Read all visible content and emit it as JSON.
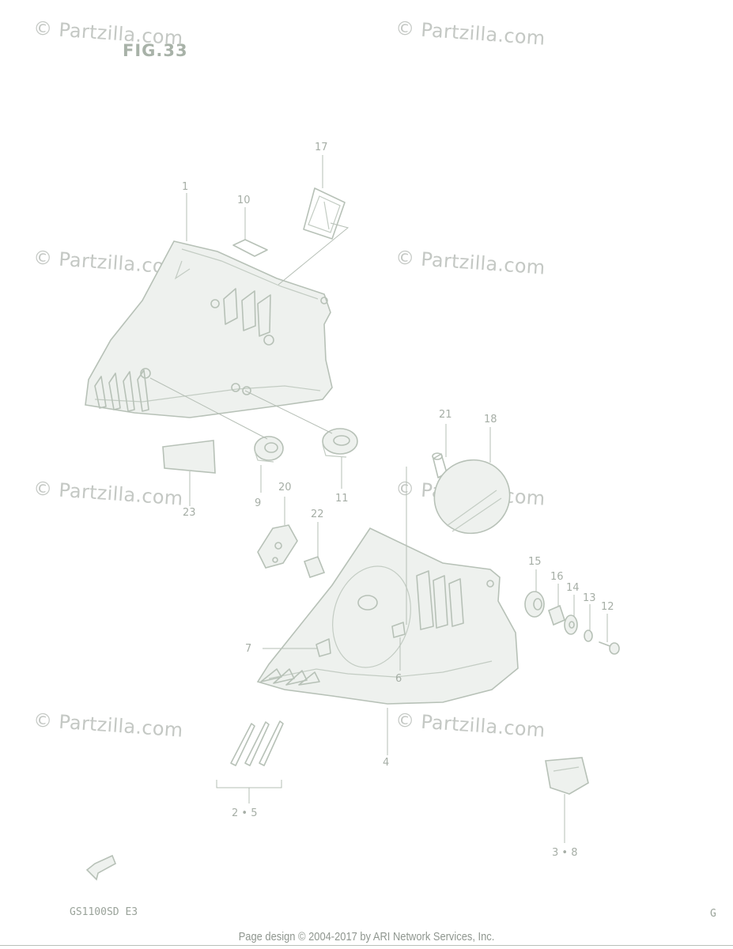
{
  "figure": {
    "title": "FIG.33",
    "model": "GS1100SD E3",
    "corner_mark": "G"
  },
  "watermark": "© Partzilla.com",
  "footer": "Page design © 2004-2017 by ARI Network Services, Inc.",
  "callouts": {
    "c1": "1",
    "c2_5": "2 • 5",
    "c3_8": "3 • 8",
    "c4": "4",
    "c6": "6",
    "c7": "7",
    "c9": "9",
    "c10": "10",
    "c11": "11",
    "c12": "12",
    "c13": "13",
    "c14": "14",
    "c15": "15",
    "c16": "16",
    "c17": "17",
    "c18": "18",
    "c20": "20",
    "c21": "21",
    "c22": "22",
    "c23": "23"
  },
  "colors": {
    "line": "#b7c1b7",
    "text": "#a6aea6",
    "watermark": "#c4c8c4"
  }
}
